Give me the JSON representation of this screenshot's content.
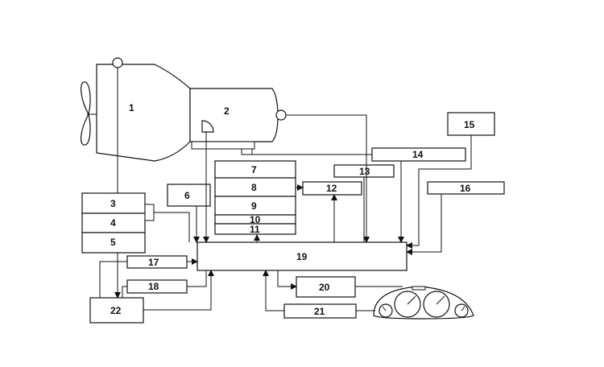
{
  "diagram": {
    "labels": {
      "n1": "1",
      "n2": "2",
      "n3": "3",
      "n4": "4",
      "n5": "5",
      "n6": "6",
      "n7": "7",
      "n8": "8",
      "n9": "9",
      "n10": "10",
      "n11": "11",
      "n12": "12",
      "n13": "13",
      "n14": "14",
      "n15": "15",
      "n16": "16",
      "n17": "17",
      "n18": "18",
      "n19": "19",
      "n20": "20",
      "n21": "21",
      "n22": "22"
    },
    "icons": {
      "fan": "fan-icon",
      "instrument_cluster": "instrument-cluster-icon"
    }
  }
}
